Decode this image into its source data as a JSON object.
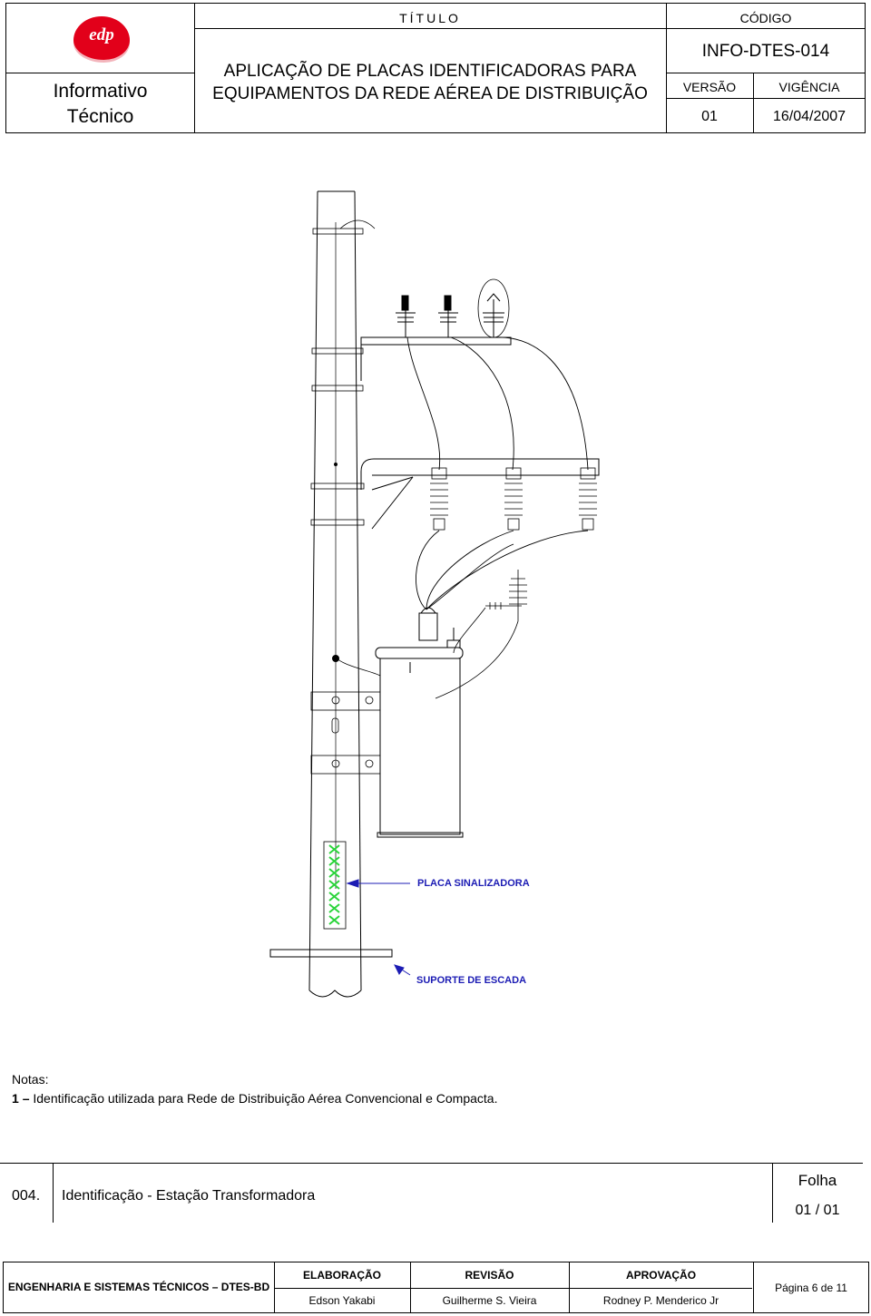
{
  "header": {
    "doc_type_line1": "Informativo",
    "doc_type_line2": "Técnico",
    "logo_text": "edp",
    "title_label": "TÍTULO",
    "title_line1": "APLICAÇÃO DE PLACAS IDENTIFICADORAS PARA",
    "title_line2": "EQUIPAMENTOS DA REDE AÉREA DE DISTRIBUIÇÃO",
    "codigo_label": "CÓDIGO",
    "codigo": "INFO-DTES-014",
    "versao_label": "VERSÃO",
    "vigencia_label": "VIGÊNCIA",
    "versao": "01",
    "vigencia": "16/04/2007"
  },
  "drawing": {
    "callout_placa": "PLACA SINALIZADORA",
    "callout_suporte": "SUPORTE DE ESCADA",
    "plate_mark_color": "#2bd43b",
    "callout_color": "#1c1cb4"
  },
  "notes": {
    "title": "Notas:",
    "item_number": "1",
    "item_dash": "–",
    "item_text": "Identificação utilizada para Rede de Distribuição Aérea Convencional e Compacta."
  },
  "identification": {
    "number": "004.",
    "text": "Identificação - Estação Transformadora",
    "folha_label": "Folha",
    "folha_value": "01 / 01"
  },
  "footer": {
    "department": "ENGENHARIA E SISTEMAS TÉCNICOS – DTES-BD",
    "elaboracao_label": "ELABORAÇÃO",
    "revisao_label": "REVISÃO",
    "aprovacao_label": "APROVAÇÃO",
    "elaboracao_name": "Edson Yakabi",
    "revisao_name": "Guilherme S. Vieira",
    "aprovacao_name": "Rodney P. Menderico Jr",
    "page": "Página 6 de 11"
  }
}
